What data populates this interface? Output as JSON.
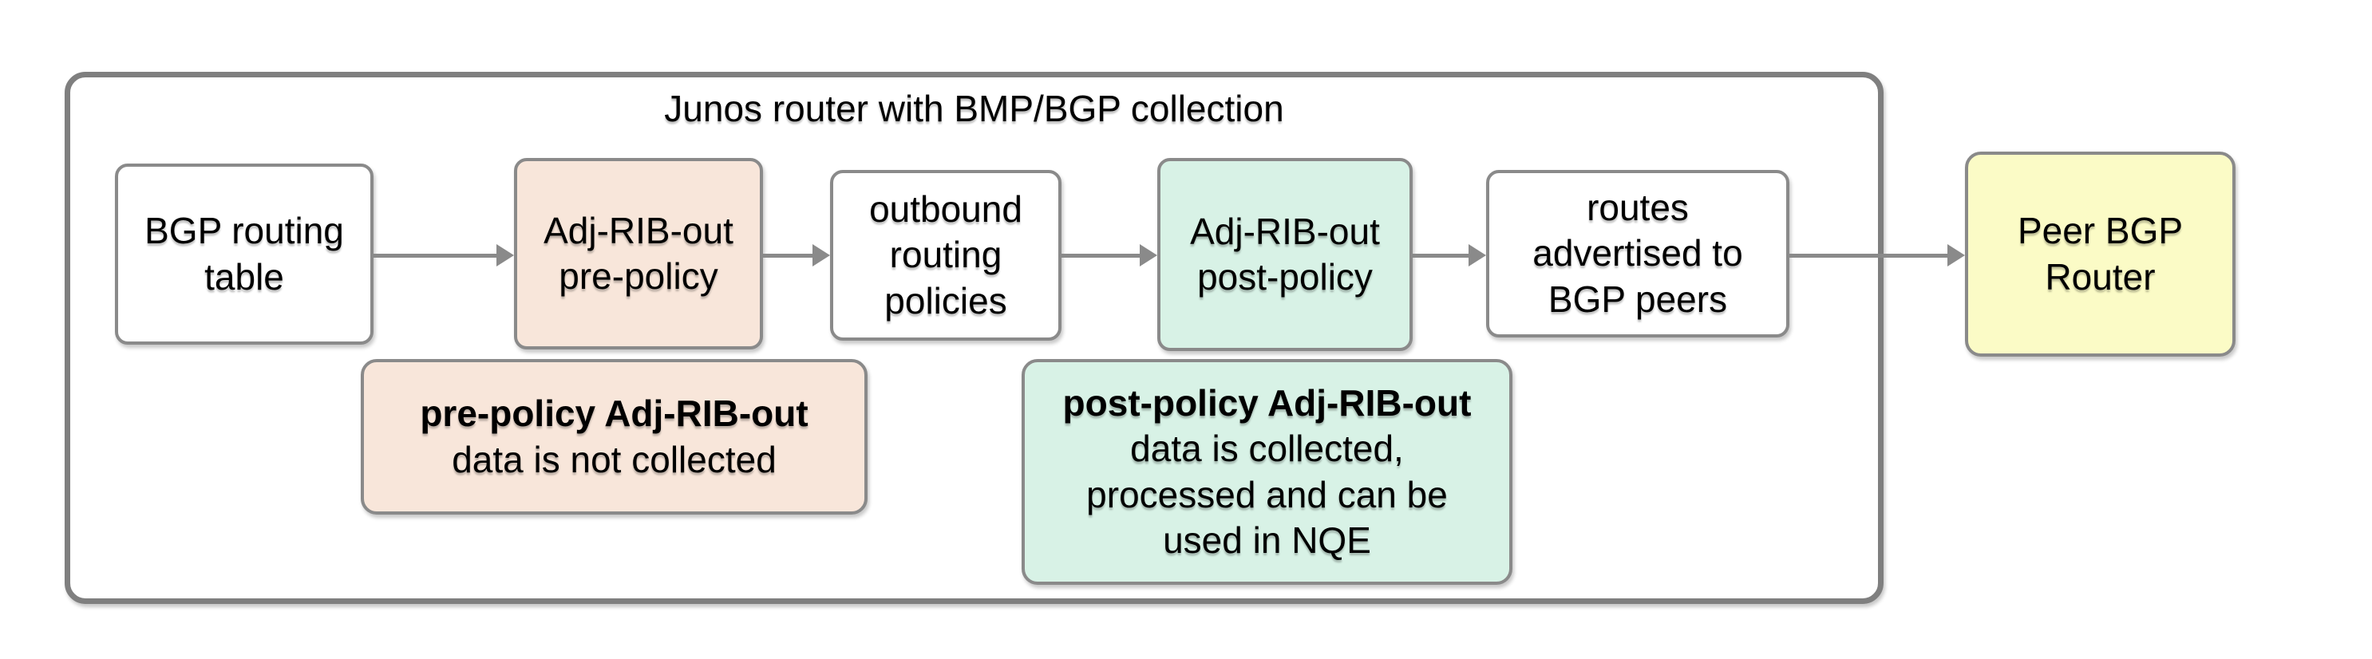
{
  "colors": {
    "peach_fill": "#f8e6da",
    "mint_fill": "#d8f2e6",
    "yellow_fill": "#fbfbc6",
    "box_border": "#8a8a8a",
    "container_border": "#7f7f7f",
    "arrow": "#8a8a8a",
    "text": "#000000",
    "background": "#ffffff"
  },
  "container": {
    "title": "Junos router with BMP/BGP collection"
  },
  "flow": {
    "node1": {
      "label": "BGP routing table"
    },
    "node2": {
      "label": "Adj-RIB-out pre-policy"
    },
    "node3": {
      "label": "outbound routing policies"
    },
    "node4": {
      "label": "Adj-RIB-out post-policy"
    },
    "node5": {
      "label": "routes advertised to BGP peers"
    },
    "peer": {
      "label": "Peer BGP Router"
    }
  },
  "annotations": {
    "pre": {
      "title": "pre-policy Adj-RIB-out",
      "line1": "data is not collected"
    },
    "post": {
      "title": "post-policy Adj-RIB-out",
      "line1": "data is collected,",
      "line2": "processed and can be",
      "line3": "used in NQE"
    }
  }
}
